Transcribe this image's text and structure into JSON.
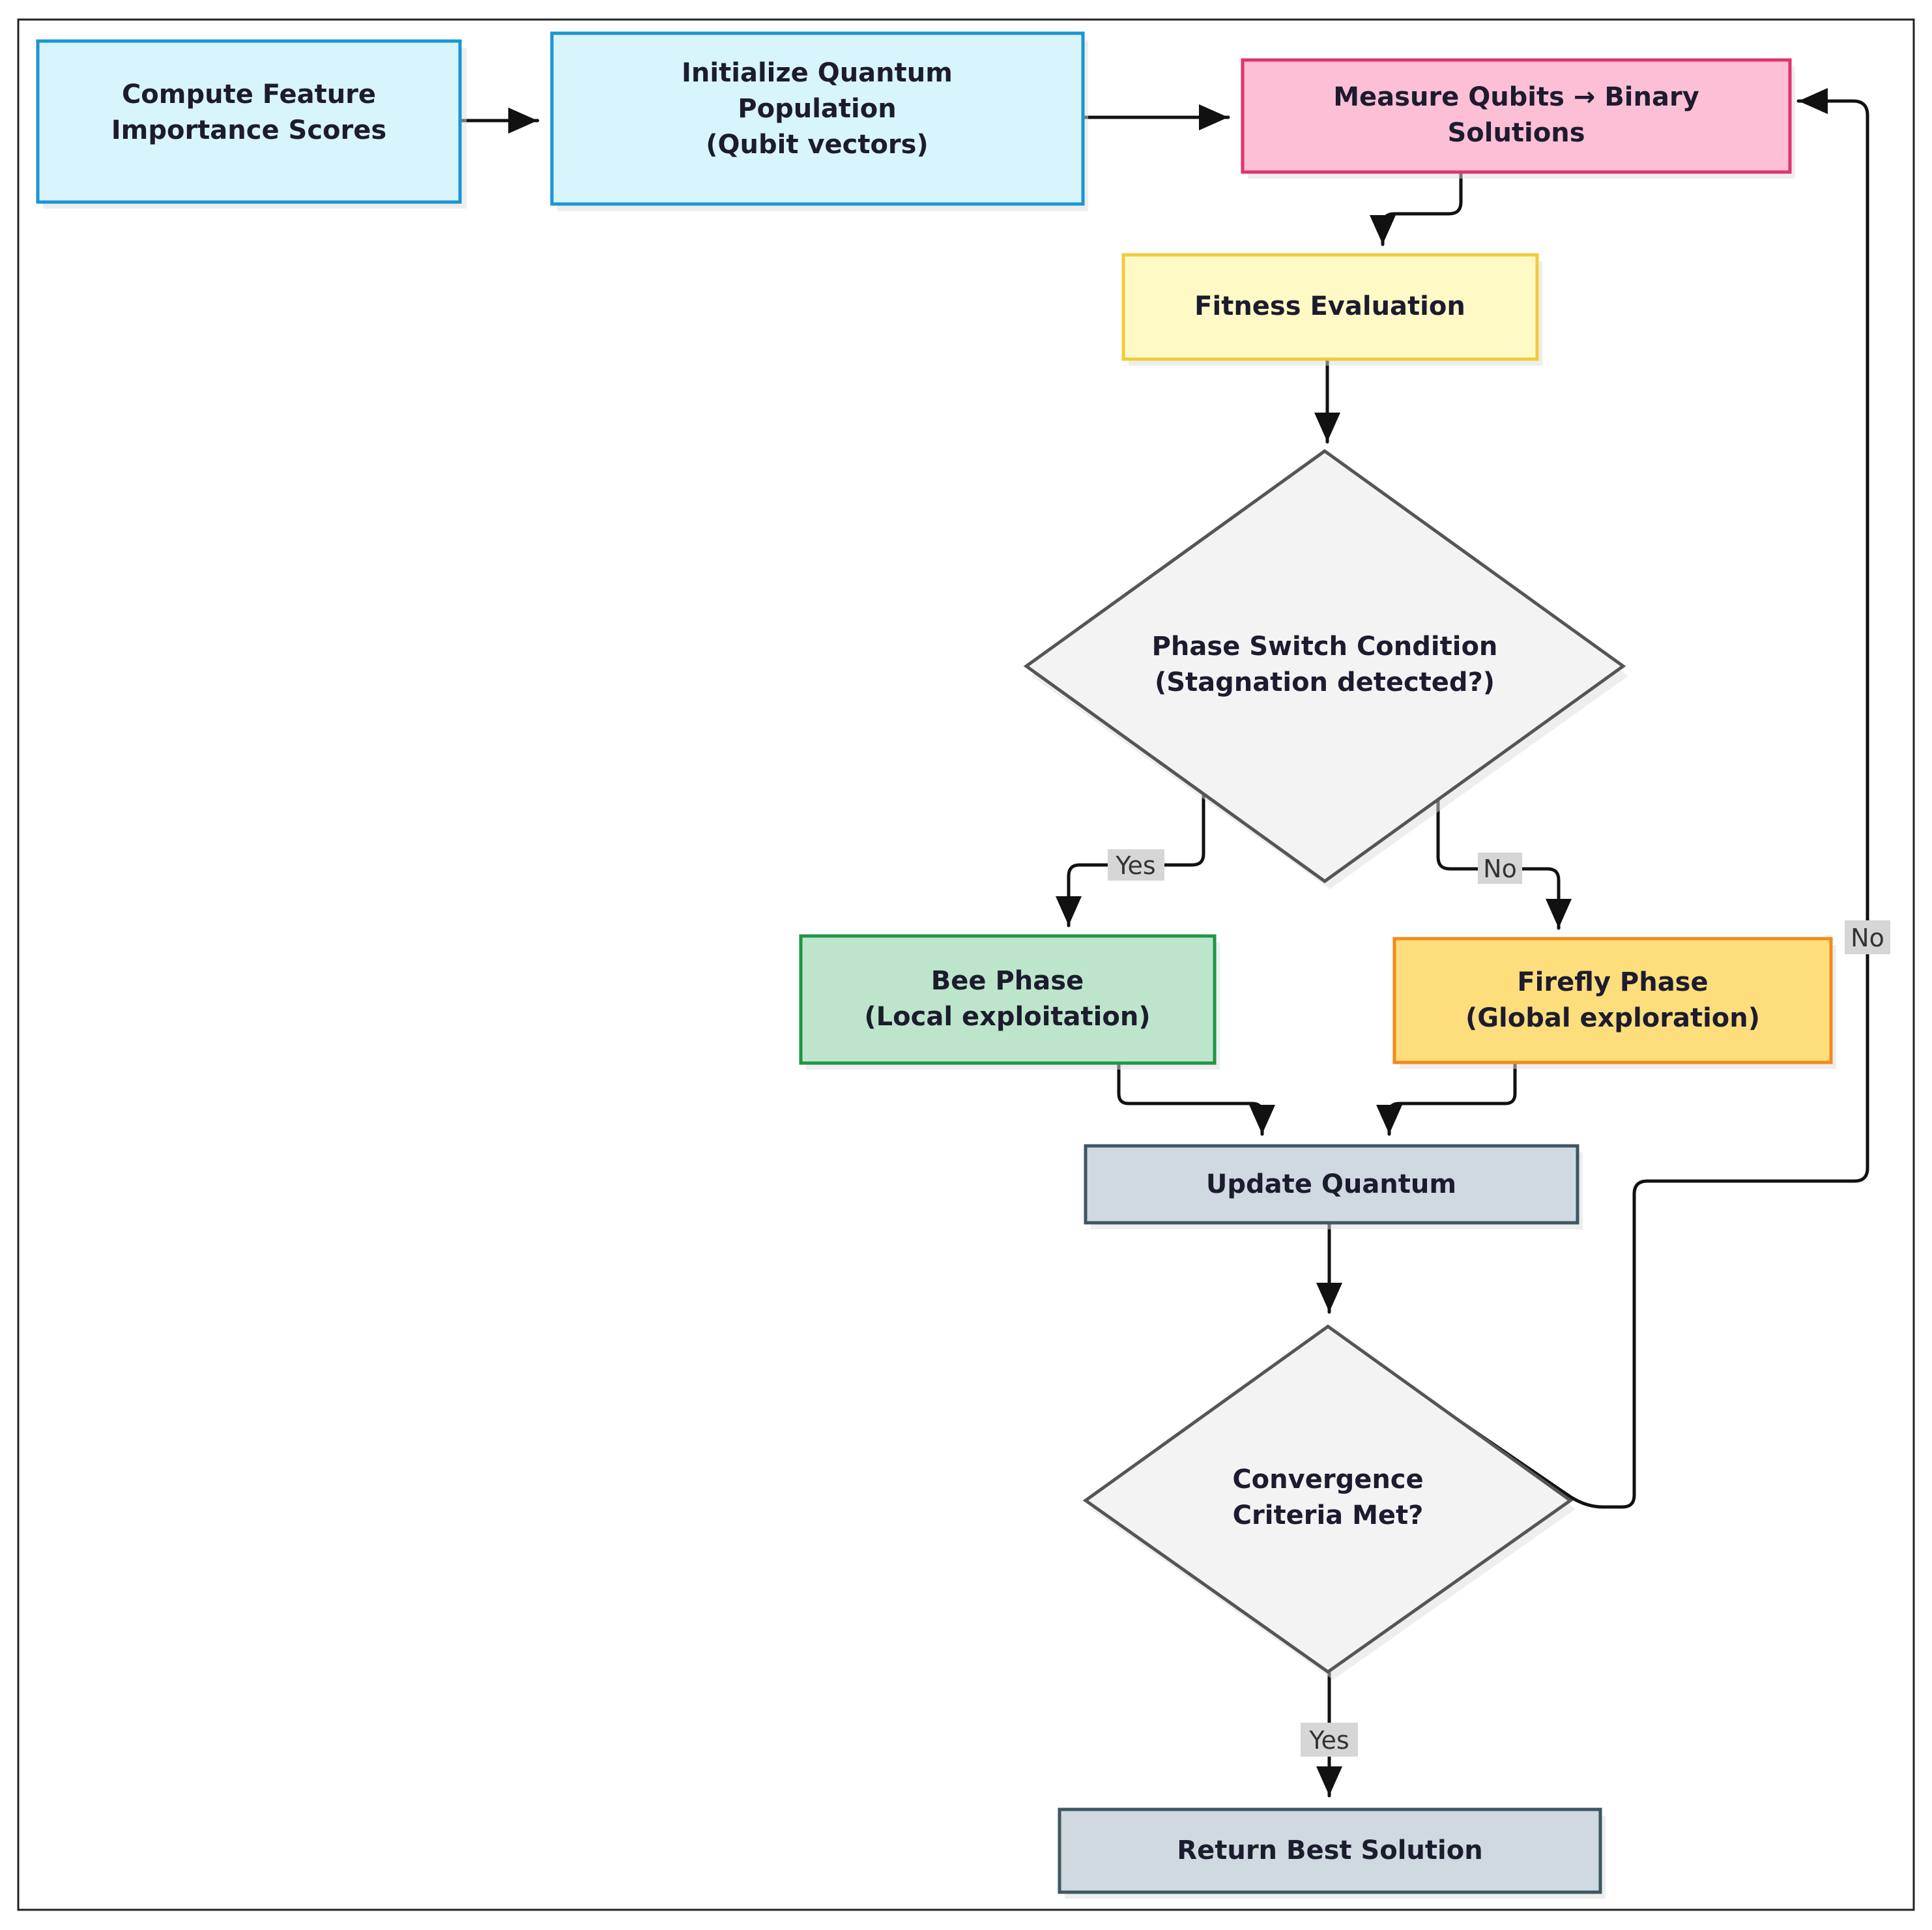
{
  "nodes": {
    "compute_scores": {
      "lines": [
        "Compute Feature",
        "Importance Scores"
      ]
    },
    "init_population": {
      "lines": [
        "Initialize Quantum",
        "Population",
        "(Qubit vectors)"
      ]
    },
    "measure_qubits": {
      "lines": [
        "Measure Qubits → Binary",
        "Solutions"
      ]
    },
    "fitness": {
      "lines": [
        "Fitness Evaluation"
      ]
    },
    "phase_switch": {
      "lines": [
        "Phase Switch Condition",
        "(Stagnation detected?)"
      ]
    },
    "bee_phase": {
      "lines": [
        "Bee Phase",
        "(Local exploitation)"
      ]
    },
    "firefly_phase": {
      "lines": [
        "Firefly Phase",
        "(Global exploration)"
      ]
    },
    "update_quantum": {
      "lines": [
        "Update Quantum"
      ]
    },
    "convergence": {
      "lines": [
        "Convergence",
        "Criteria Met?"
      ]
    },
    "return_best": {
      "lines": [
        "Return Best Solution"
      ]
    }
  },
  "edge_labels": {
    "yes_bee": "Yes",
    "no_firefly": "No",
    "no_loop": "No",
    "yes_return": "Yes"
  },
  "colors": {
    "blue_fill": "#d8f4fc",
    "blue_stroke": "#1a96d2",
    "pink_fill": "#fdbfd6",
    "pink_stroke": "#e0336f",
    "yellow_fill": "#fff9c6",
    "yellow_stroke": "#f2cb3c",
    "diamond_fill": "#f3f3f3",
    "diamond_stroke": "#555555",
    "green_fill": "#bde5cb",
    "green_stroke": "#1e9645",
    "orange_fill": "#fede7c",
    "orange_stroke": "#f28b1b",
    "slate_fill": "#d0d9df",
    "slate_stroke": "#3e5662"
  }
}
